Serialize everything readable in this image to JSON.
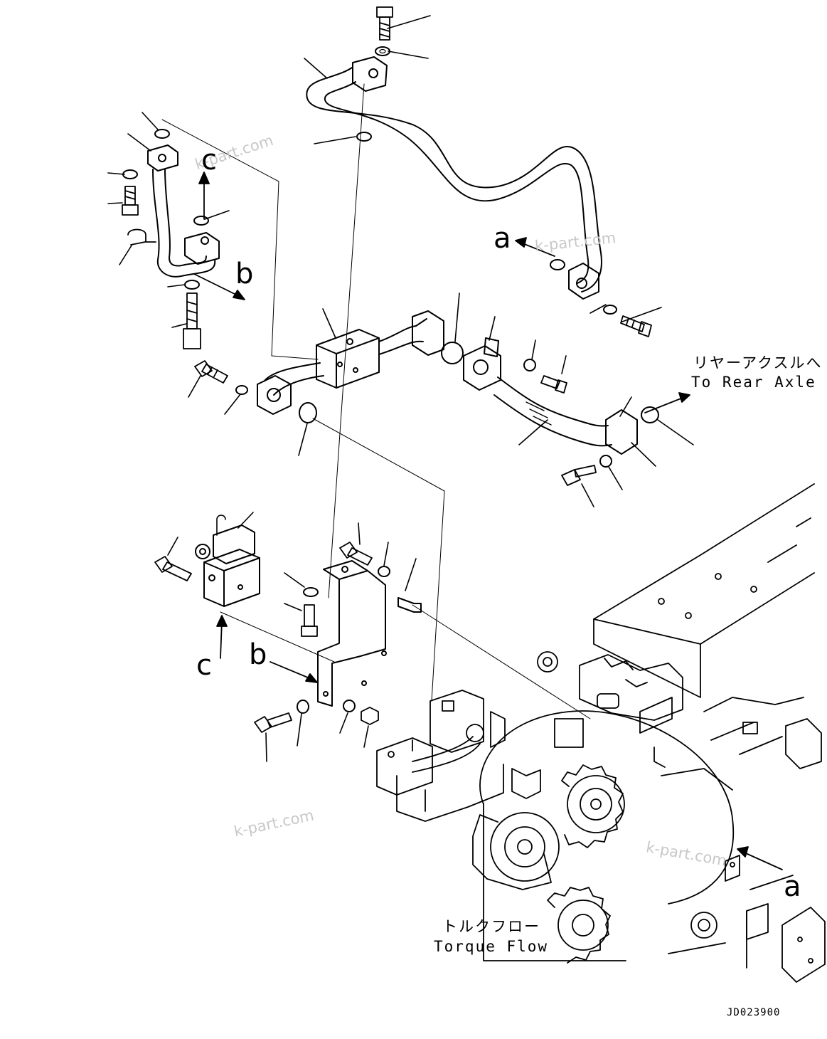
{
  "callouts": {
    "a_top": "a",
    "a_bottom": "a",
    "b_top": "b",
    "b_bottom": "b",
    "c_top": "c",
    "c_bottom": "c"
  },
  "rear_axle": {
    "jp": "リヤーアクスルへ",
    "en": "To Rear Axle"
  },
  "torque_flow": {
    "jp": "トルクフロー",
    "en": "Torque Flow"
  },
  "watermarks": [
    "k-part.com",
    "k-part.com",
    "k-part.com",
    "k-part.com"
  ],
  "drawing_code": "JD023900"
}
